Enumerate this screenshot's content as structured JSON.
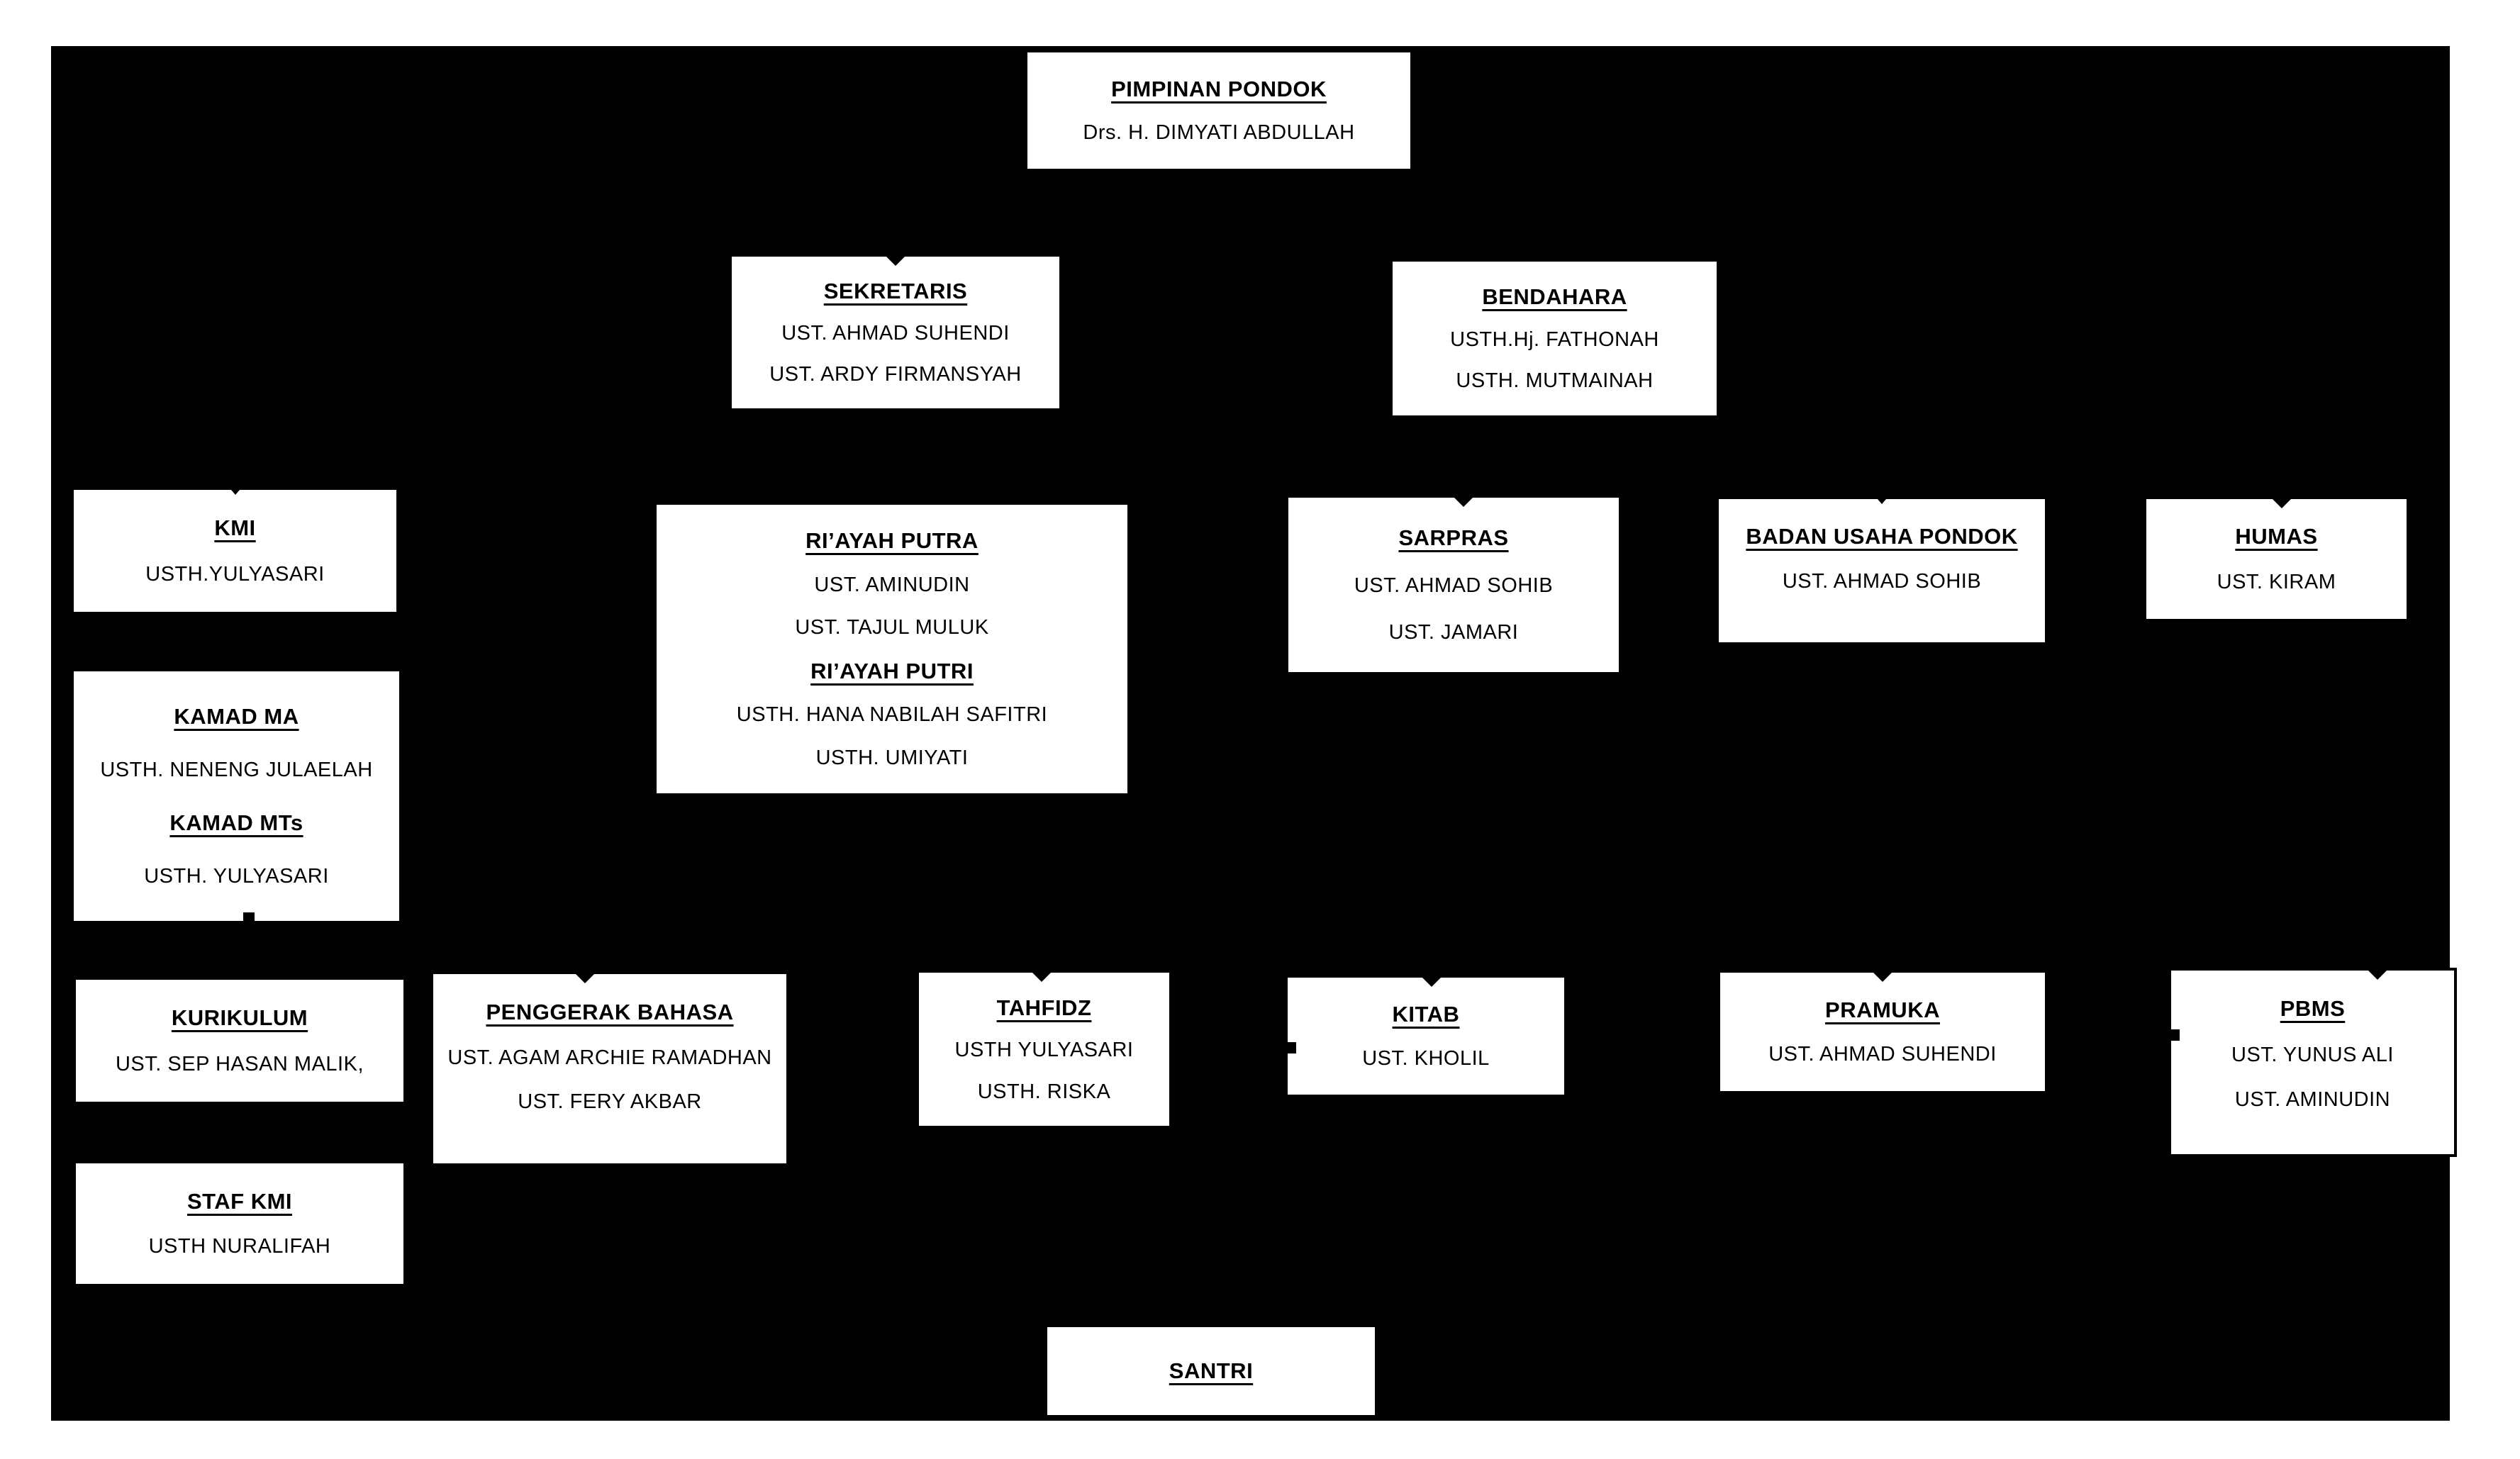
{
  "colors": {
    "page_background": "#ffffff",
    "canvas_background": "#000000",
    "box_background": "#ffffff",
    "box_border": "#000000",
    "text": "#000000"
  },
  "boxes": {
    "pimpinan": {
      "title": "PIMPINAN PONDOK",
      "members": [
        "Drs. H. DIMYATI ABDULLAH"
      ]
    },
    "sekretaris": {
      "title": "SEKRETARIS",
      "members": [
        "UST. AHMAD SUHENDI",
        "UST. ARDY FIRMANSYAH"
      ]
    },
    "bendahara": {
      "title": "BENDAHARA",
      "members": [
        "USTH.Hj. FATHONAH",
        "USTH. MUTMAINAH"
      ]
    },
    "kmi": {
      "title": "KMI",
      "members": [
        "USTH.YULYASARI"
      ]
    },
    "riayah": {
      "sections": [
        {
          "title": "RI’AYAH PUTRA",
          "members": [
            "UST. AMINUDIN",
            "UST. TAJUL MULUK"
          ]
        },
        {
          "title": "RI’AYAH PUTRI",
          "members": [
            "USTH. HANA NABILAH SAFITRI",
            "USTH. UMIYATI"
          ]
        }
      ]
    },
    "sarpras": {
      "title": "SARPRAS",
      "members": [
        "UST. AHMAD SOHIB",
        "UST. JAMARI"
      ]
    },
    "badan_usaha": {
      "title": "BADAN USAHA PONDOK",
      "members": [
        "UST. AHMAD SOHIB"
      ]
    },
    "humas": {
      "title": "HUMAS",
      "members": [
        "UST. KIRAM"
      ]
    },
    "kamad": {
      "sections": [
        {
          "title": "KAMAD MA",
          "members": [
            "USTH. NENENG JULAELAH"
          ]
        },
        {
          "title": "KAMAD MTs",
          "members": [
            "USTH. YULYASARI"
          ]
        }
      ]
    },
    "kurikulum": {
      "title": "KURIKULUM",
      "members": [
        "UST. SEP HASAN MALIK,"
      ]
    },
    "penggerak_bahasa": {
      "title": "PENGGERAK BAHASA",
      "members": [
        "UST. AGAM ARCHIE RAMADHAN",
        "UST. FERY AKBAR"
      ]
    },
    "tahfidz": {
      "title": "TAHFIDZ",
      "members": [
        "USTH YULYASARI",
        "USTH. RISKA"
      ]
    },
    "kitab": {
      "title": "KITAB",
      "members": [
        "UST. KHOLIL"
      ]
    },
    "pramuka": {
      "title": "PRAMUKA",
      "members": [
        "UST.  AHMAD SUHENDI"
      ]
    },
    "pbms": {
      "title": "PBMS",
      "members": [
        "UST. YUNUS ALI",
        "UST. AMINUDIN"
      ]
    },
    "staf_kmi": {
      "title": "STAF KMI",
      "members": [
        "USTH NURALIFAH"
      ]
    },
    "santri": {
      "title": "SANTRI",
      "members": []
    }
  }
}
